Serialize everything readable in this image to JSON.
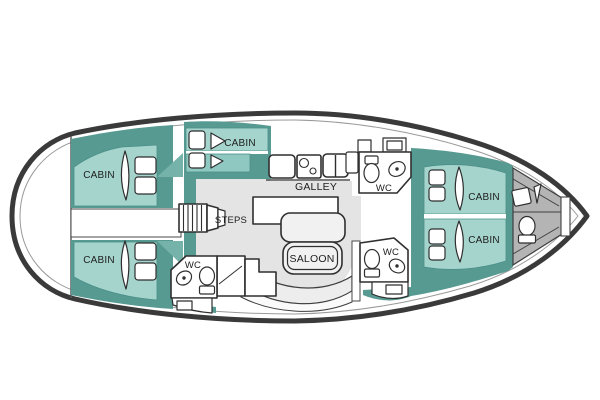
{
  "colors": {
    "hull_outline": "#3a3a3a",
    "inner_deck_line": "#9a9a9a",
    "teal_dark": "#579a92",
    "teal_light": "#a5d4cd",
    "teal_mid": "#8fc8c1",
    "wardrobe_teal": "#74b2aa",
    "floor_gray": "#e4e4e4",
    "seat_gray": "#f1f1f1",
    "bench_gray": "#ededed",
    "bow_gray": "#b4b4b4",
    "furniture_white": "#ffffff",
    "line_dark": "#2f2f2f",
    "text_color": "#1d1d1d"
  },
  "labels": {
    "cabin_aft_top": "CABIN",
    "cabin_aft_bottom": "CABIN",
    "cabin_mid": "CABIN",
    "cabin_fwd_top": "CABIN",
    "cabin_fwd_bottom": "CABIN",
    "galley": "GALLEY",
    "steps": "STEPS",
    "saloon": "SALOON",
    "wc_galley": "WC",
    "wc_aft": "WC",
    "wc_fwd": "WC"
  },
  "icons": [
    "stairs-icon",
    "stove-icon",
    "galley-sink-icon",
    "fridge-icon",
    "dining-table",
    "saloon-seat",
    "toilet-icon",
    "washbasin-icon",
    "berth-pillow-icon",
    "sail-shelf-icon",
    "bow-hatch-icon"
  ]
}
